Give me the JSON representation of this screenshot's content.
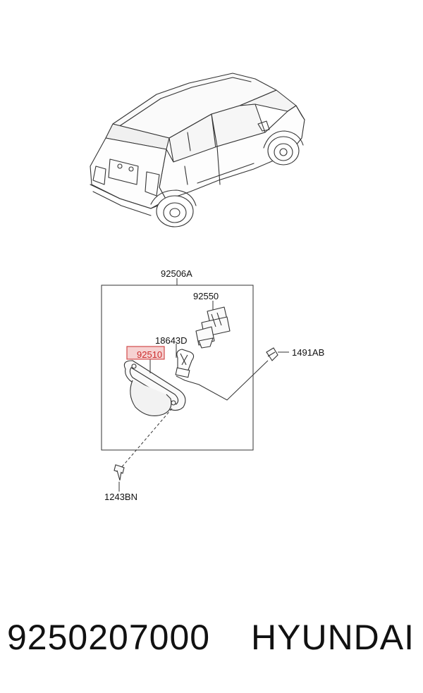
{
  "diagram": {
    "labels": {
      "assembly": "92506A",
      "socket": "92550",
      "bulb": "18643D",
      "lens": "92510",
      "clip": "1491AB",
      "screw": "1243BN"
    },
    "highlight_color": "#cc2b2b"
  },
  "footer": {
    "part_number": "9250207000",
    "brand": "HYUNDAI"
  }
}
